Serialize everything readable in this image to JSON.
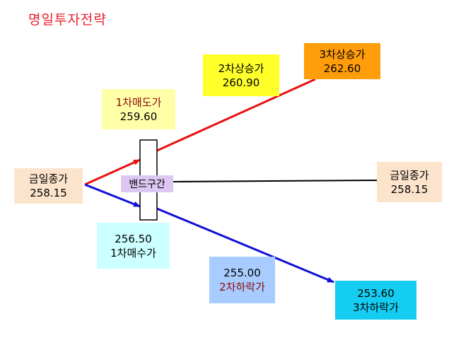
{
  "title": "명일투자전략",
  "band_label": "밴드구간",
  "boxes": {
    "close_left": {
      "label": "금일종가",
      "value": "258.15",
      "color": "#fbe3cc"
    },
    "sell1": {
      "label": "1차매도가",
      "value": "259.60",
      "color": "#ffffa8"
    },
    "rise2": {
      "label": "2차상승가",
      "value": "260.90",
      "color": "#ffff2a"
    },
    "rise3": {
      "label": "3차상승가",
      "value": "262.60",
      "color": "#ff9d0a"
    },
    "close_right": {
      "label": "금일종가",
      "value": "258.15",
      "color": "#fbe3cc"
    },
    "buy1": {
      "label": "1차매수가",
      "value": "256.50",
      "color": "#ccffff"
    },
    "fall2": {
      "label": "2차하락가",
      "value": "255.00",
      "color": "#a8ccff"
    },
    "fall3": {
      "label": "3차하락가",
      "value": "253.60",
      "color": "#14cdf0"
    }
  },
  "colors": {
    "up_line": "#e81010",
    "down_line": "#1010d8",
    "mid_line": "#000000"
  }
}
